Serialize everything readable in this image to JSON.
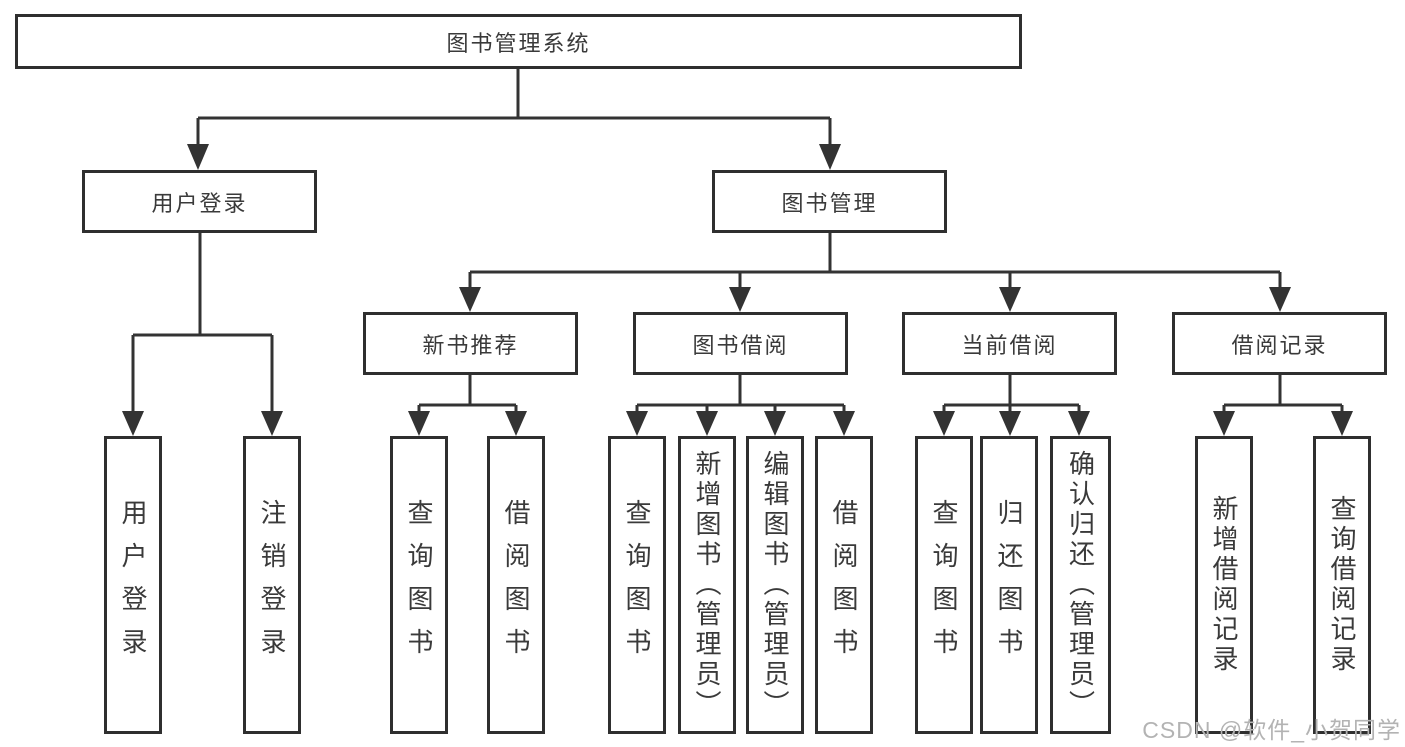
{
  "diagram": {
    "type": "hierarchy-tree",
    "root": {
      "label": "图书管理系统"
    },
    "level2": [
      {
        "label": "用户登录",
        "parent": "图书管理系统"
      },
      {
        "label": "图书管理",
        "parent": "图书管理系统"
      }
    ],
    "level3": [
      {
        "label": "新书推荐",
        "parent": "图书管理"
      },
      {
        "label": "图书借阅",
        "parent": "图书管理"
      },
      {
        "label": "当前借阅",
        "parent": "图书管理"
      },
      {
        "label": "借阅记录",
        "parent": "图书管理"
      }
    ],
    "leaves": [
      {
        "label": "用户登录",
        "parent": "用户登录"
      },
      {
        "label": "注销登录",
        "parent": "用户登录"
      },
      {
        "label": "查询图书",
        "parent": "新书推荐"
      },
      {
        "label": "借阅图书",
        "parent": "新书推荐"
      },
      {
        "label": "查询图书",
        "parent": "图书借阅"
      },
      {
        "label": "新增图书（管理员）",
        "parent": "图书借阅"
      },
      {
        "label": "编辑图书（管理员）",
        "parent": "图书借阅"
      },
      {
        "label": "借阅图书",
        "parent": "图书借阅"
      },
      {
        "label": "查询图书",
        "parent": "当前借阅"
      },
      {
        "label": "归还图书",
        "parent": "当前借阅"
      },
      {
        "label": "确认归还（管理员）",
        "parent": "当前借阅"
      },
      {
        "label": "新增借阅记录",
        "parent": "借阅记录"
      },
      {
        "label": "查询借阅记录",
        "parent": "借阅记录"
      }
    ],
    "watermark": "CSDN @软件_小贺同学",
    "colors": {
      "line": "#333333",
      "border": "#2f2f2f",
      "text": "#3a3a3a",
      "watermark": "#b3b3b3",
      "background": "#ffffff"
    }
  }
}
